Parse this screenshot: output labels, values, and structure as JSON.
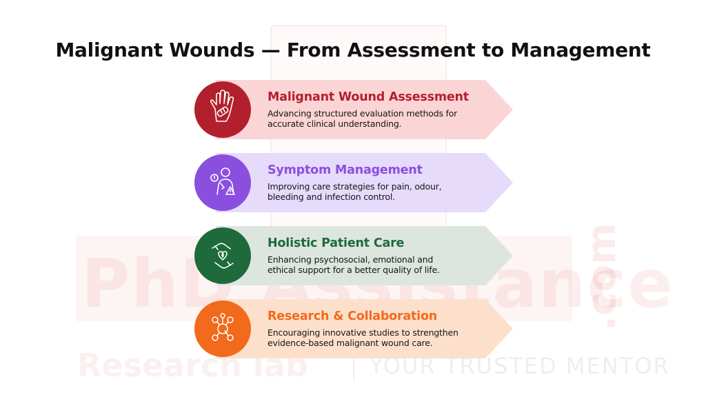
{
  "title": "Malignant Wounds — From Assessment to Management",
  "watermark": {
    "main": "PhD Assistance",
    "domain": ".com",
    "sub": "Research lab",
    "tagline": "YOUR TRUSTED MENTOR"
  },
  "items": [
    {
      "heading": "Malignant Wound Assessment",
      "description_line1": "Advancing structured evaluation methods for",
      "description_line2": "accurate clinical understanding.",
      "accent_color": "#b3202d",
      "arrow_color": "#fbd5d5",
      "icon": "hand-bandage-icon"
    },
    {
      "heading": "Symptom Management",
      "description_line1": "Improving care strategies for pain, odour,",
      "description_line2": "bleeding and infection control.",
      "accent_color": "#8b4fe0",
      "arrow_color": "#e6dbfb",
      "icon": "person-pain-icon"
    },
    {
      "heading": "Holistic Patient Care",
      "description_line1": "Enhancing psychosocial, emotional and",
      "description_line2": "ethical support for a better quality of life.",
      "accent_color": "#1f6a3a",
      "arrow_color": "#dce6df",
      "icon": "caring-hands-icon"
    },
    {
      "heading": "Research & Collaboration",
      "description_line1": "Encouraging innovative studies to strengthen",
      "description_line2": "evidence-based malignant wound care.",
      "accent_color": "#f26a1b",
      "arrow_color": "#fde0cc",
      "icon": "network-search-icon"
    }
  ]
}
